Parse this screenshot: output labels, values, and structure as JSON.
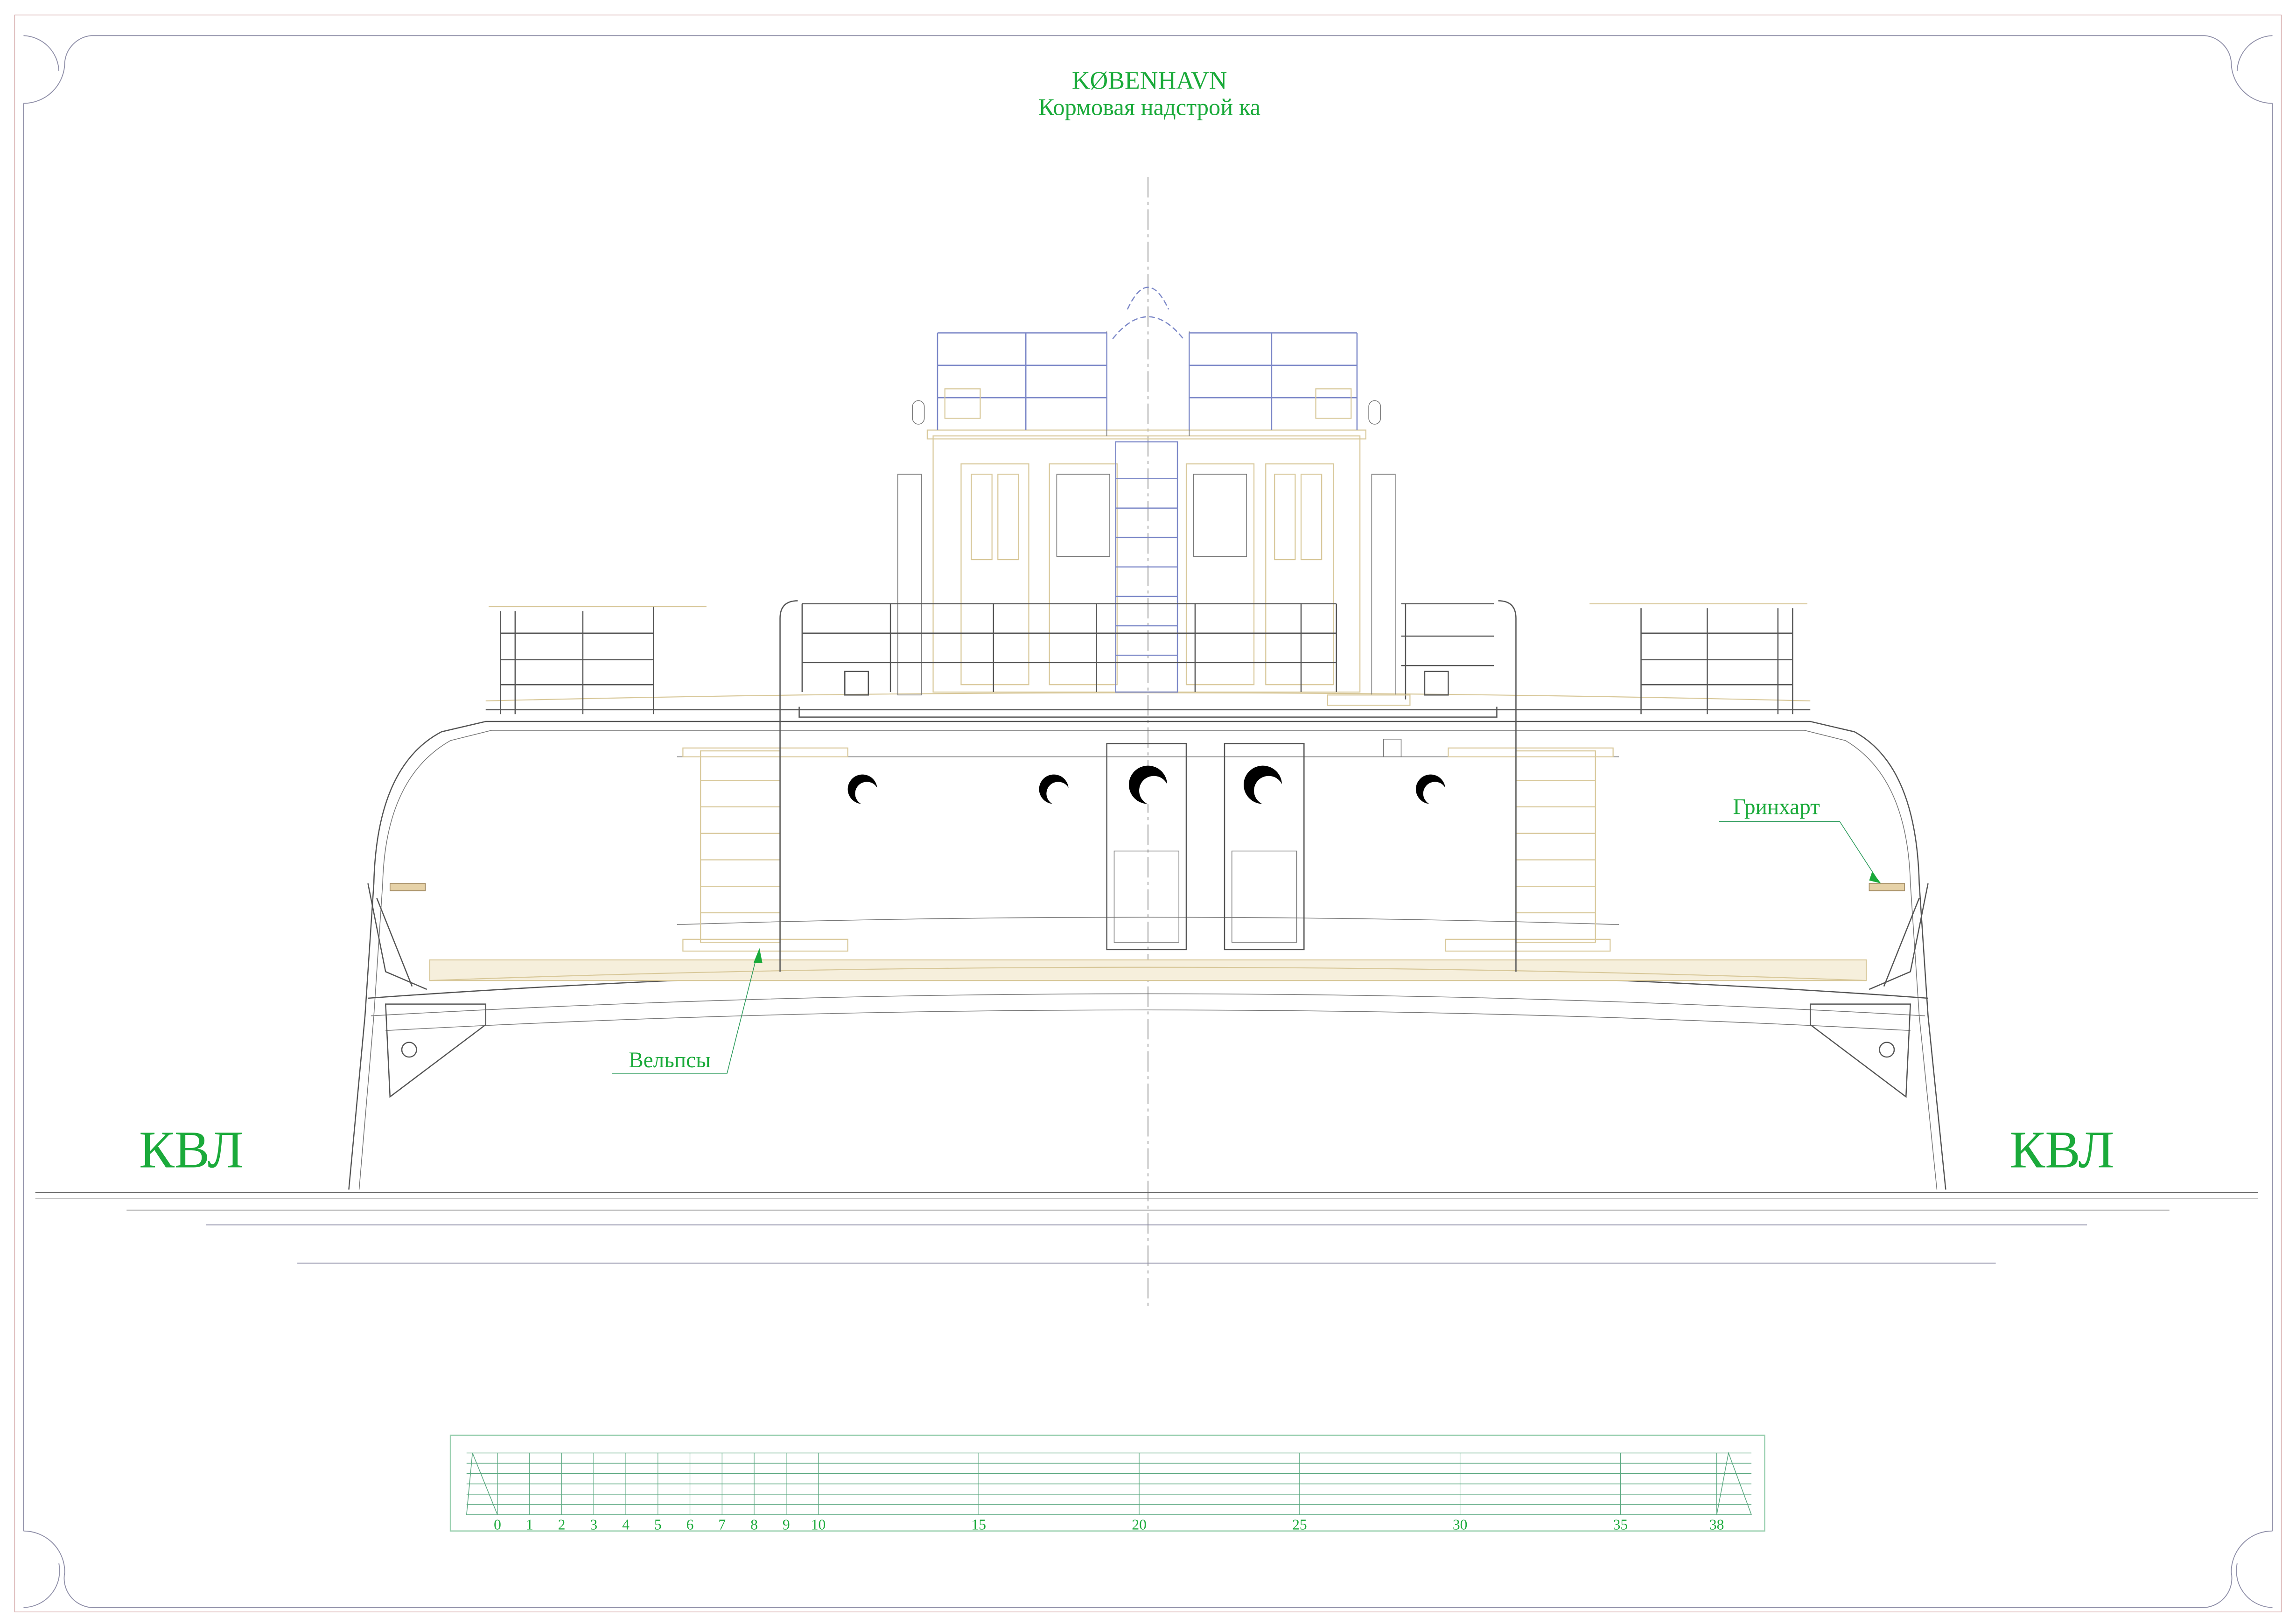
{
  "title": {
    "ship_name": "KØBENHAVN",
    "subtitle": "Кормовая надстрой ка"
  },
  "labels": {
    "waterline_left": "КВЛ",
    "waterline_right": "КВЛ",
    "greenheart": "Гринхарт",
    "welps": "Вельпсы"
  },
  "scale_bar": {
    "ticks": [
      "0",
      "1",
      "2",
      "3",
      "4",
      "5",
      "6",
      "7",
      "8",
      "9",
      "10",
      "15",
      "20",
      "25",
      "30",
      "35",
      "38"
    ],
    "tick_values": [
      0,
      1,
      2,
      3,
      4,
      5,
      6,
      7,
      8,
      9,
      10,
      15,
      20,
      25,
      30,
      35,
      38
    ],
    "max": 38
  },
  "colors": {
    "text": "#1aaa3a",
    "frame": "#8f8fa8",
    "wood": "#d8c89a",
    "railing_blue": "#7c88c8"
  }
}
